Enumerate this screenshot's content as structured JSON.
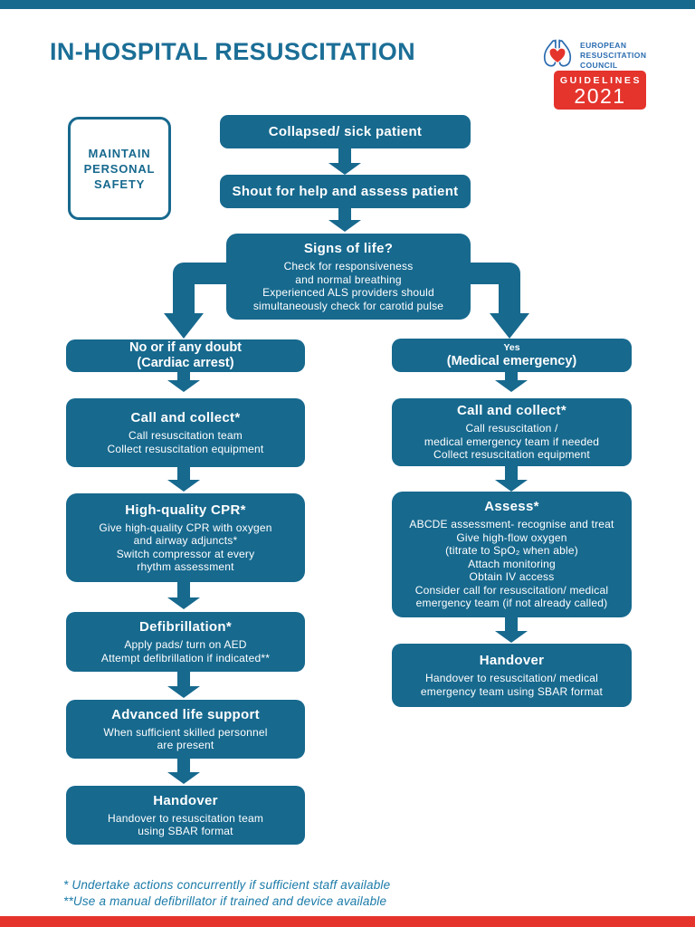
{
  "theme": {
    "teal": "#17698E",
    "title_blue": "#1B6E96",
    "logo_blue": "#2B6CB0",
    "red": "#E4342C",
    "footnote_blue": "#1A7AA8"
  },
  "header": {
    "title": "IN-HOSPITAL RESUSCITATION"
  },
  "logo": {
    "org": [
      "EUROPEAN",
      "RESUSCITATION",
      "COUNCIL"
    ],
    "guidelines": "GUIDELINES",
    "year": "2021"
  },
  "safety": {
    "lines": [
      "MAINTAIN",
      "PERSONAL",
      "SAFETY"
    ]
  },
  "flow": {
    "collapsed": "Collapsed/ sick patient",
    "shout": "Shout for help and assess patient",
    "signs": {
      "title": "Signs of life?",
      "lines": [
        "Check for responsiveness",
        "and normal breathing",
        "Experienced ALS providers should",
        "simultaneously check for carotid pulse"
      ]
    },
    "left": {
      "branch": [
        "No or if any doubt",
        "(Cardiac arrest)"
      ],
      "call": {
        "title": "Call and collect*",
        "lines": [
          "Call resuscitation team",
          "Collect resuscitation equipment"
        ]
      },
      "cpr": {
        "title": "High-quality CPR*",
        "lines": [
          "Give high-quality CPR with oxygen",
          "and airway adjuncts*",
          "Switch compressor at every",
          "rhythm assessment"
        ]
      },
      "defib": {
        "title": "Defibrillation*",
        "lines": [
          "Apply pads/ turn on AED",
          "Attempt defibrillation if indicated**"
        ]
      },
      "als": {
        "title": "Advanced life support",
        "lines": [
          "When sufficient skilled personnel",
          "are present"
        ]
      },
      "handover": {
        "title": "Handover",
        "lines": [
          "Handover to resuscitation team",
          "using SBAR format"
        ]
      }
    },
    "right": {
      "branch": [
        "Yes",
        "(Medical emergency)"
      ],
      "call": {
        "title": "Call and collect*",
        "lines": [
          "Call resuscitation /",
          "medical emergency team if needed",
          "Collect resuscitation equipment"
        ]
      },
      "assess": {
        "title": "Assess*",
        "lines": [
          "ABCDE assessment- recognise and treat",
          "Give high-flow oxygen",
          "(titrate to SpO₂ when able)",
          "Attach monitoring",
          "Obtain IV access",
          "Consider call for resuscitation/ medical",
          "emergency team (if not already called)"
        ]
      },
      "handover": {
        "title": "Handover",
        "lines": [
          "Handover to resuscitation/ medical",
          "emergency team using SBAR format"
        ]
      }
    }
  },
  "footnotes": [
    "* Undertake actions concurrently if sufficient staff available",
    "**Use a manual defibrillator if trained and device available"
  ]
}
